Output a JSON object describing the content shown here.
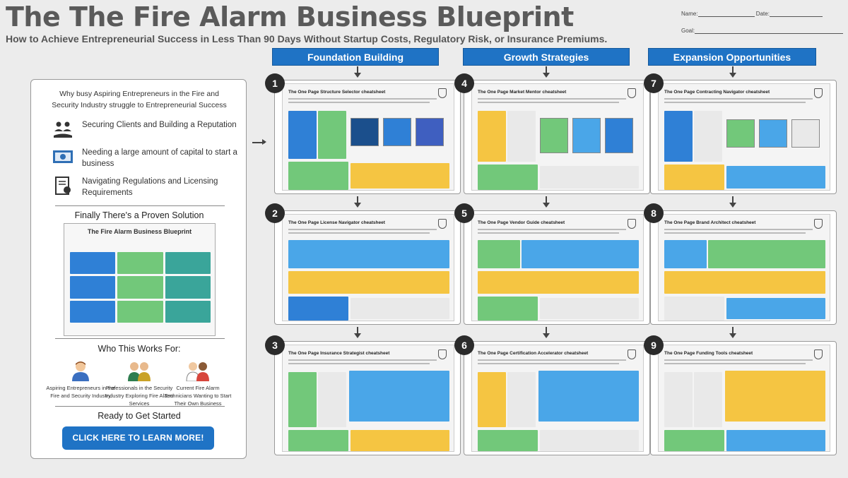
{
  "header": {
    "title": "The The Fire Alarm Business Blueprint",
    "subtitle": "How to Achieve Entrepreneurial Success in Less Than 90 Days Without Startup Costs, Regulatory Risk, or Insurance Premiums.",
    "name_label": "Name:",
    "date_label": "Date:",
    "goal_label": "Goal:"
  },
  "columns": [
    {
      "label": "Foundation Building"
    },
    {
      "label": "Growth Strategies"
    },
    {
      "label": "Expansion Opportunities"
    }
  ],
  "left_panel": {
    "heading": "Why busy Aspiring Entrepreneurs in the Fire and Security Industry struggle to Entrepreneurial Success",
    "struggles": [
      {
        "icon": "people-hand-icon",
        "text": "Securing Clients and Building a Reputation"
      },
      {
        "icon": "money-icon",
        "text": "Needing a large amount of capital to start a business"
      },
      {
        "icon": "regulation-document-icon",
        "text": "Navigating Regulations and Licensing Requirements"
      }
    ],
    "solution_heading": "Finally There's a Proven Solution",
    "mini_title": "The Fire Alarm Business Blueprint",
    "who_heading": "Who This Works For:",
    "audiences": [
      {
        "icon": "entrepreneur-icon",
        "text": "Aspiring Entrepreneurs in the Fire and Security Industry"
      },
      {
        "icon": "professionals-icon",
        "text": "Professionals in the Security Industry Exploring Fire Alarm Services"
      },
      {
        "icon": "technicians-icon",
        "text": "Current Fire Alarm Technicians Wanting to Start Their Own Business"
      }
    ],
    "ready_heading": "Ready to Get Started",
    "cta_label": "CLICK HERE TO LEARN MORE!"
  },
  "cards": [
    {
      "number": "1",
      "title": "The One Page Structure Selector cheatsheet"
    },
    {
      "number": "2",
      "title": "The One Page License Navigator cheatsheet"
    },
    {
      "number": "3",
      "title": "The One Page Insurance Strategist cheatsheet"
    },
    {
      "number": "4",
      "title": "The One Page Market Mentor cheatsheet"
    },
    {
      "number": "5",
      "title": "The One Page Vendor Guide cheatsheet"
    },
    {
      "number": "6",
      "title": "The One Page Certification Accelerator cheatsheet"
    },
    {
      "number": "7",
      "title": "The One Page Contracting Navigator cheatsheet"
    },
    {
      "number": "8",
      "title": "The One Page Brand Architect cheatsheet"
    },
    {
      "number": "9",
      "title": "The One Page Funding Tools cheatsheet"
    }
  ],
  "colors": {
    "accent": "#1f73c5",
    "blue": "#2f80d6",
    "green": "#72c87a",
    "yellow": "#f5c542",
    "teal": "#3aa59a"
  }
}
